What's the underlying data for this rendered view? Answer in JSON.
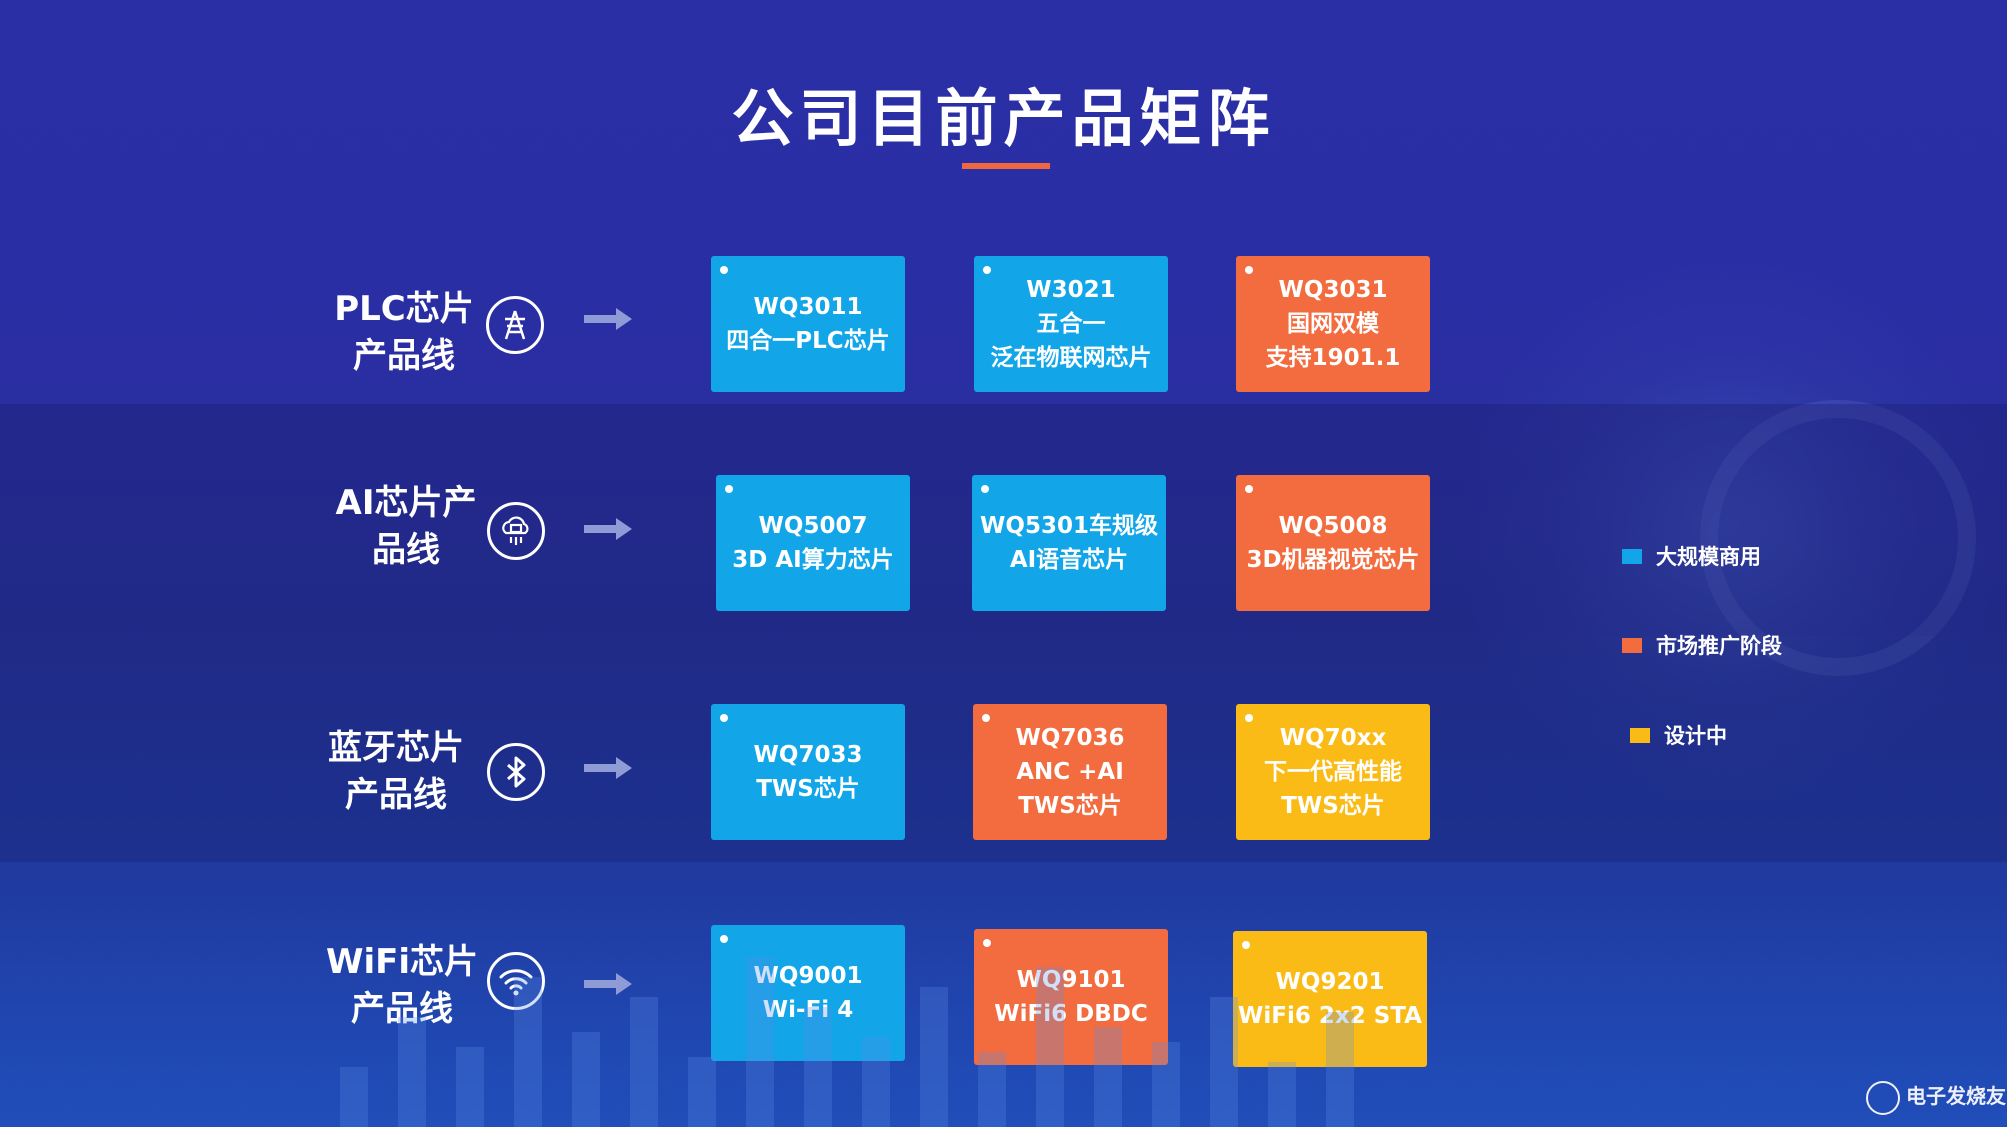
{
  "title": "公司目前产品矩阵",
  "rows": [
    {
      "label_line1": "PLC芯片",
      "label_line2": "产品线",
      "icon": "power-tower-icon",
      "cards": [
        {
          "status": "blue",
          "lines": [
            "WQ3011",
            "四合一PLC芯片"
          ]
        },
        {
          "status": "blue",
          "lines": [
            "W3021",
            "五合一",
            "泛在物联网芯片"
          ]
        },
        {
          "status": "orange",
          "lines": [
            "WQ3031",
            "国网双模",
            "支持1901.1"
          ]
        }
      ]
    },
    {
      "label_line1": "AI芯片产",
      "label_line2": "品线",
      "icon": "ai-chip-cloud-icon",
      "cards": [
        {
          "status": "blue",
          "lines": [
            "WQ5007",
            "3D AI算力芯片"
          ]
        },
        {
          "status": "blue",
          "lines": [
            "WQ5301车规级",
            "AI语音芯片"
          ]
        },
        {
          "status": "orange",
          "lines": [
            "WQ5008",
            "3D机器视觉芯片"
          ]
        }
      ]
    },
    {
      "label_line1": "蓝牙芯片",
      "label_line2": "产品线",
      "icon": "bluetooth-icon",
      "cards": [
        {
          "status": "blue",
          "lines": [
            "WQ7033",
            "TWS芯片"
          ]
        },
        {
          "status": "orange",
          "lines": [
            "WQ7036",
            "ANC +AI",
            "TWS芯片"
          ]
        },
        {
          "status": "yellow",
          "lines": [
            "WQ70xx",
            "下一代高性能",
            "TWS芯片"
          ]
        }
      ]
    },
    {
      "label_line1": "WiFi芯片",
      "label_line2": "产品线",
      "icon": "wifi-icon",
      "cards": [
        {
          "status": "blue",
          "lines": [
            "WQ9001",
            "Wi-Fi 4"
          ]
        },
        {
          "status": "orange",
          "lines": [
            "WQ9101",
            "WiFi6 DBDC"
          ]
        },
        {
          "status": "yellow",
          "lines": [
            "WQ9201",
            "WiFi6 2x2 STA"
          ]
        }
      ]
    }
  ],
  "legend": [
    {
      "label": "大规模商用",
      "color": "#12a6e8"
    },
    {
      "label": "市场推广阶段",
      "color": "#f26c3f"
    },
    {
      "label": "设计中",
      "color": "#fbbb16"
    }
  ],
  "colors": {
    "blue": "#12a6e8",
    "orange": "#f26c3f",
    "yellow": "#fbbb16",
    "accent": "#f0663f"
  },
  "watermark": "电子发烧友"
}
